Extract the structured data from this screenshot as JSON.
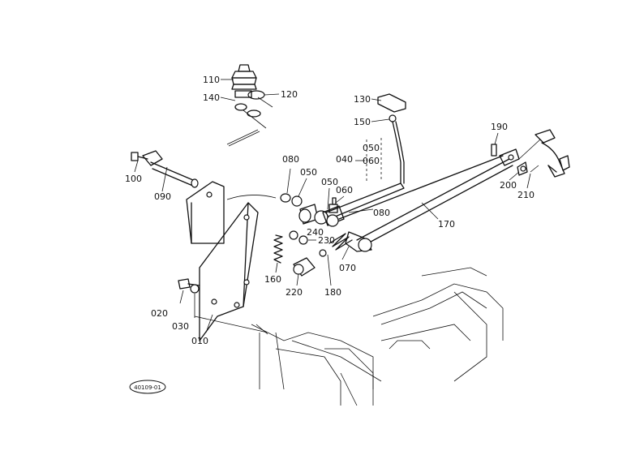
{
  "diagram_ref": "40109-01",
  "labels": [
    {
      "id": "110",
      "text": "110"
    },
    {
      "id": "140",
      "text": "140"
    },
    {
      "id": "120",
      "text": "120"
    },
    {
      "id": "130",
      "text": "130"
    },
    {
      "id": "150",
      "text": "150"
    },
    {
      "id": "190",
      "text": "190"
    },
    {
      "id": "050a",
      "text": "050"
    },
    {
      "id": "040",
      "text": "040"
    },
    {
      "id": "060a",
      "text": "060"
    },
    {
      "id": "100",
      "text": "100"
    },
    {
      "id": "090",
      "text": "090"
    },
    {
      "id": "080a",
      "text": "080"
    },
    {
      "id": "050b",
      "text": "050"
    },
    {
      "id": "050c",
      "text": "050"
    },
    {
      "id": "060b",
      "text": "060"
    },
    {
      "id": "080b",
      "text": "080"
    },
    {
      "id": "170",
      "text": "170"
    },
    {
      "id": "200",
      "text": "200"
    },
    {
      "id": "210",
      "text": "210"
    },
    {
      "id": "240",
      "text": "240"
    },
    {
      "id": "230",
      "text": "230"
    },
    {
      "id": "070",
      "text": "070"
    },
    {
      "id": "160",
      "text": "160"
    },
    {
      "id": "220",
      "text": "220"
    },
    {
      "id": "180",
      "text": "180"
    },
    {
      "id": "020",
      "text": "020"
    },
    {
      "id": "030",
      "text": "030"
    },
    {
      "id": "010",
      "text": "010"
    }
  ]
}
